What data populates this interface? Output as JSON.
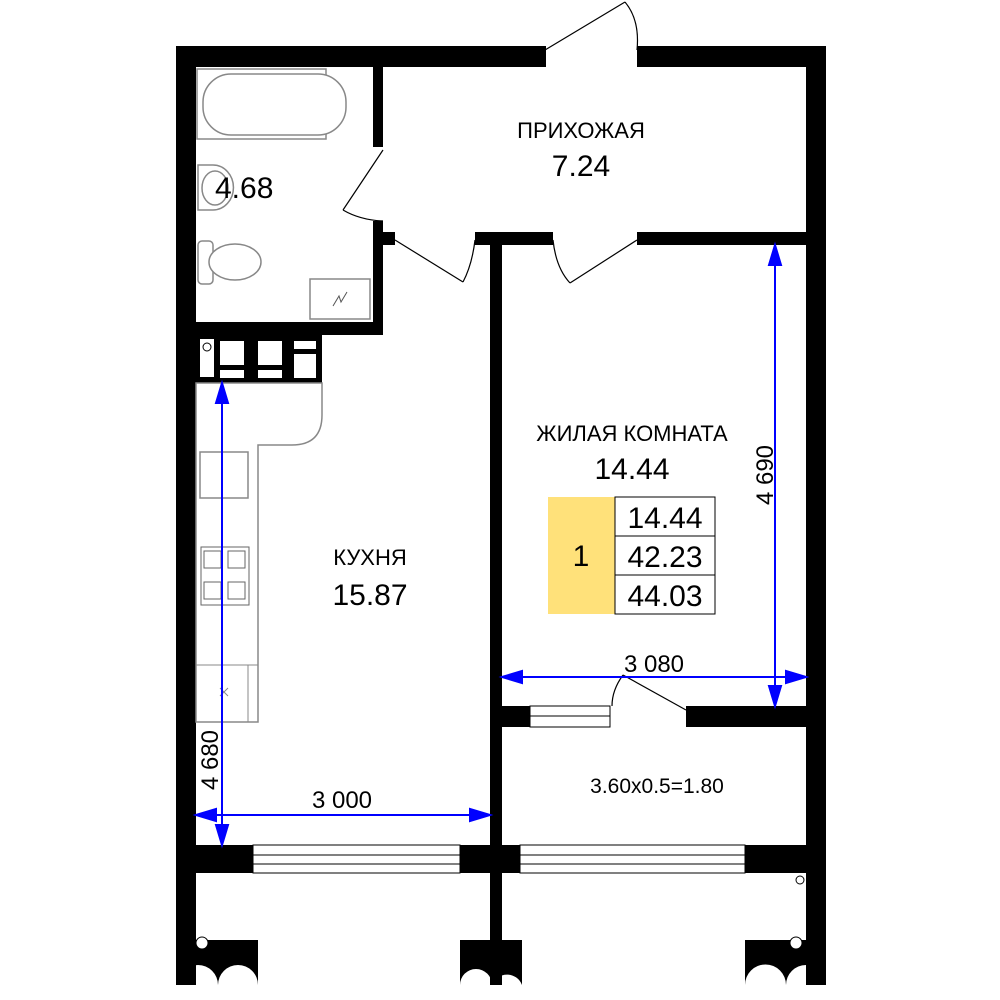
{
  "rooms": {
    "bathroom": {
      "area": "4.68"
    },
    "hallway": {
      "name": "ПРИХОЖАЯ",
      "area": "7.24"
    },
    "living": {
      "name": "ЖИЛАЯ КОМНАТА",
      "area": "14.44"
    },
    "kitchen": {
      "name": "КУХНЯ",
      "area": "15.87"
    },
    "balcony": {
      "area": "3.60x0.5=1.80"
    }
  },
  "info_box": {
    "rooms_count": "1",
    "living_area": "14.44",
    "total_area": "42.23",
    "total_with_balcony": "44.03",
    "accent_color": "#FFE17A"
  },
  "dimensions": {
    "living_height": "4 690",
    "living_width": "3 080",
    "kitchen_height": "4 680",
    "kitchen_width": "3 000",
    "dimension_color": "#0000FF"
  }
}
